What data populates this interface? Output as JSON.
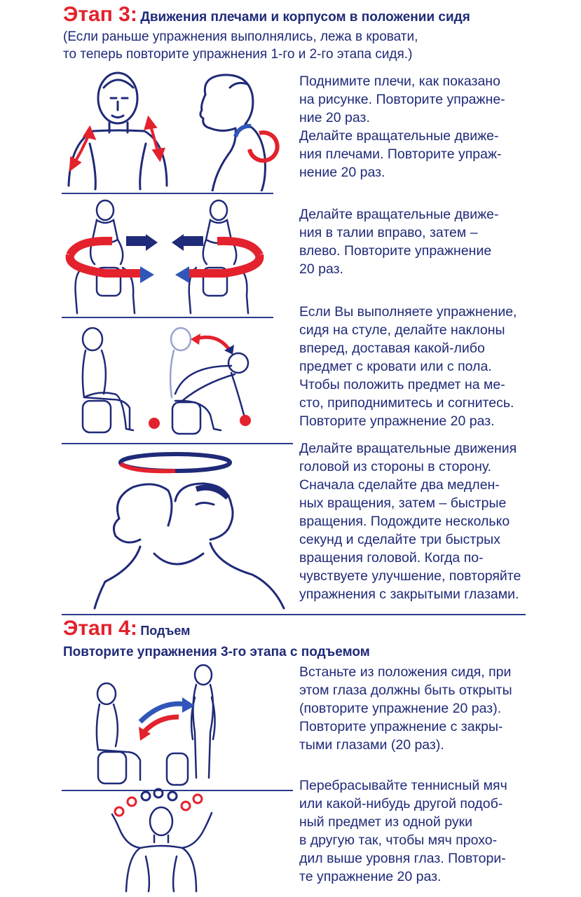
{
  "colors": {
    "navy": "#1f2a78",
    "red": "#e3222d",
    "blue": "#2f56b8"
  },
  "stage3": {
    "num": "Этап 3:",
    "title": "Движения плечами и  корпусом в положении сидя",
    "note_line1": "(Если раньше упражнения выполнялись, лежа в кровати,",
    "note_line2": "то теперь повторите упражнения 1-го и 2-го этапа сидя.)",
    "exercises": [
      {
        "text": "Поднимите плечи, как показано\nна рисунке. Повторите упражне-\nние 20 раз.\nДелайте вращательные движе-\nния плечами. Повторите упраж-\nнение 20 раз.",
        "icon": "shoulder-raise-illustration"
      },
      {
        "text": "Делайте вращательные движе-\nния в талии вправо, затем –\nвлево. Повторите упражнение\n20 раз.",
        "icon": "waist-rotation-illustration"
      },
      {
        "text": "Если Вы выполняете упражнение,\nсидя на стуле, делайте наклоны\nвперед, доставая какой-либо\nпредмет с кровати или с пола.\nЧтобы положить предмет на ме-\nсто, приподнимитесь и согнитесь.\nПовторите упражнение 20 раз.",
        "icon": "forward-bend-illustration"
      },
      {
        "text": "Делайте вращательные движения\nголовой из стороны в сторону.\nСначала сделайте два медлен-\nных вращения, затем – быстрые\nвращения. Подождите несколько\nсекунд и сделайте три быстрых\nвращения головой. Когда по-\nчувствуете улучшение, повторяйте\nупражнения с закрытыми глазами.",
        "icon": "head-rotation-illustration"
      }
    ]
  },
  "stage4": {
    "num": "Этап 4:",
    "title": "Подъем",
    "subtitle": "Повторите упражнения 3-го этапа с подъемом",
    "exercises": [
      {
        "text": "Встаньте из положения сидя, при\nэтом глаза должны быть открыты\n(повторите упражнение 20 раз).\nПовторите упражнение с закры-\nтыми глазами (20 раз).",
        "icon": "stand-up-illustration"
      },
      {
        "text": "Перебрасывайте теннисный мяч\nили какой-нибудь другой подоб-\nный предмет из одной руки\nв другую так, чтобы мяч прохо-\nдил выше уровня глаз. Повтори-\nте упражнение 20 раз.",
        "icon": "ball-toss-illustration"
      }
    ]
  }
}
